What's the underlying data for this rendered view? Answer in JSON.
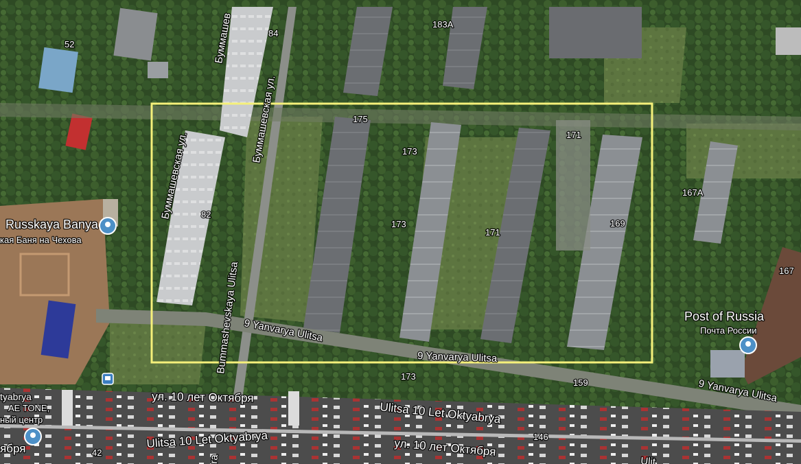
{
  "map": {
    "view": "satellite",
    "selection_box_color": "#f5f07a",
    "house_numbers": [
      "52",
      "84",
      "183А",
      "175",
      "173",
      "173",
      "171",
      "171",
      "169",
      "167А",
      "167",
      "82",
      "173",
      "159",
      "146",
      "42"
    ],
    "streets": {
      "bummash_ru_1": "Буммашевская ул.",
      "bummash_ru_2": "Буммашевская ул.",
      "bummash_ru_3": "Буммашев",
      "bummash_en": "Bummashevskaya Ulitsa",
      "yanvarya_1": "9 Yanvarya Ulitsa",
      "yanvarya_2": "9 Yanvarya Ulitsa",
      "yanvarya_3": "9 Yanvarya Ulitsa",
      "oktyabrya_ru_1": "ул. 10 лет Октября",
      "oktyabrya_en_1": "Ulitsa 10 Let Oktyabrya",
      "oktyabrya_en_2": "Ulitsa 10 Let Oktyabrya",
      "oktyabrya_ru_2": "ул. 10 лет Октября",
      "left_edge_fragment": "ября",
      "bottom_fragment": "ra",
      "bottom_right_fragment": "Ulit"
    },
    "pois": {
      "banya_name": "Russkaya Banya",
      "banya_sub": "кая Баня на Чехова",
      "post_name": "Post of Russia",
      "post_sub": "Почта России",
      "left_poi_line1": "tyabrya",
      "left_poi_line2": "AE TONE,",
      "left_poi_line3": "ный центр"
    },
    "icons": [
      "place-pin-icon",
      "place-pin-icon",
      "place-pin-icon",
      "bus-stop-icon"
    ]
  }
}
